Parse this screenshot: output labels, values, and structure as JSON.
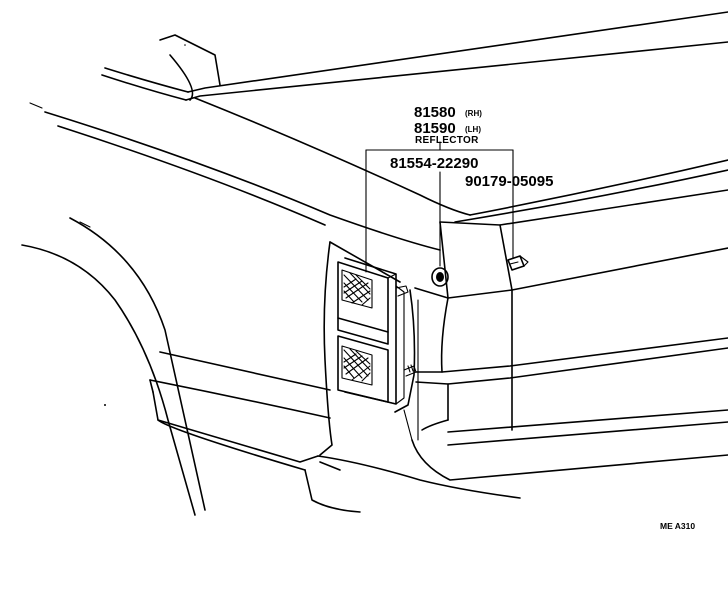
{
  "part_rh": {
    "number": "81580",
    "side": "(RH)"
  },
  "part_lh": {
    "number": "81590",
    "side": "(LH)"
  },
  "reflector_name": "REFLECTOR",
  "gasket_part": "81554-22290",
  "screw_part": "90179-05095",
  "diagram_code": "ME A310"
}
